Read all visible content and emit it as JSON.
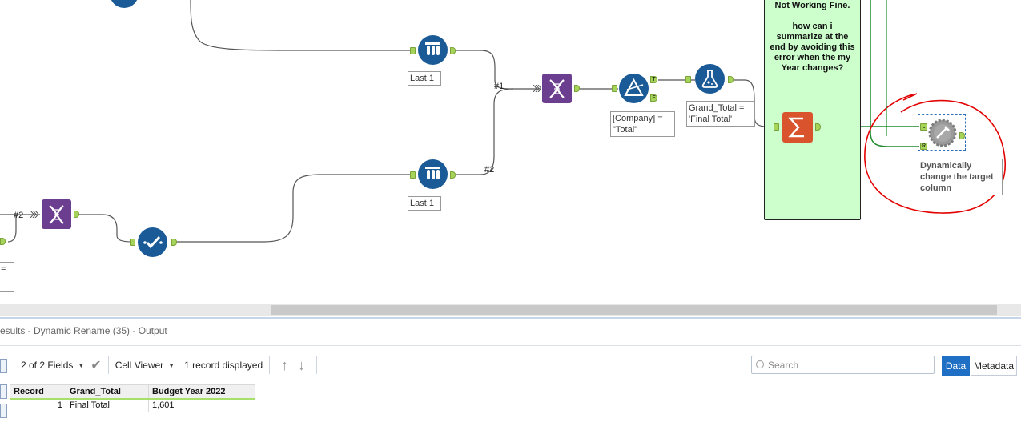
{
  "canvas": {
    "comment": "Not Working Fine.\n\nhow can i\nsummarize at the\nend by avoiding this\nerror when the my\nYear changes?",
    "annotations": {
      "sample_top": "Last 1",
      "sample_bottom": "Last 1",
      "filter": "[Company] =\n\"Total\"",
      "formula": "Grand_Total =\n'Final Total'",
      "dynamic_rename": "Dynamically\nchange the target\ncolumn",
      "left_partial": "="
    },
    "wire_labels": {
      "union_in_1": "#1",
      "union_in_2": "#2",
      "left_union_in": "#2"
    },
    "anchor_labels": {
      "filter_true": "T",
      "filter_false": "F",
      "rename_left": "L",
      "rename_right": "R"
    },
    "colors": {
      "tool_blue": "#1a5a96",
      "union_purple": "#6b3e8f",
      "summarize_orange": "#d9532c",
      "comment_green": "#ccffcc",
      "highlight_red": "#e30000"
    }
  },
  "results": {
    "title": "esults - Dynamic Rename (35) - Output",
    "toolbar": {
      "fields": "2 of 2 Fields",
      "cell_viewer": "Cell Viewer",
      "records": "1 record displayed"
    },
    "search": {
      "placeholder": "Search"
    },
    "tabs": {
      "data": "Data",
      "metadata": "Metadata"
    },
    "table": {
      "columns": [
        "Record",
        "Grand_Total",
        "Budget Year 2022"
      ],
      "rows": [
        [
          "1",
          "Final Total",
          "1,601"
        ]
      ]
    }
  }
}
